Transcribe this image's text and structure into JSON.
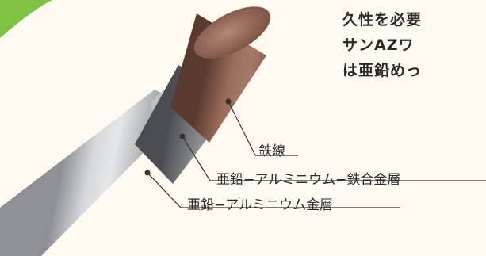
{
  "description": {
    "lines": [
      "久性を必要",
      "サンAZワ",
      "は亜鉛めっ"
    ]
  },
  "layers": {
    "iron": "鉄線",
    "alloy": "亜鉛−アルミニウム−鉄合金層",
    "zn_al": "亜鉛−アルミニウム金層"
  },
  "colors": {
    "background": "#fffaf0",
    "accent_green": "#7cc243",
    "iron_core": "#8b5e4c",
    "alloy_layer": "#7a7c80",
    "outer_coating": "#c9cacd",
    "leader_line": "#333333"
  }
}
